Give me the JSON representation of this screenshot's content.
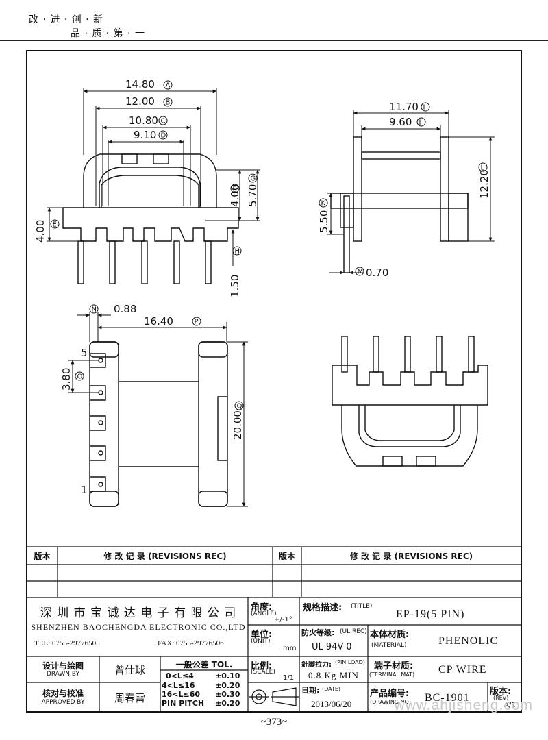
{
  "slogan": {
    "line1": "改 · 进 · 创 · 新",
    "line2": "品 · 质 · 第 · 一"
  },
  "dims": {
    "A": "14.80",
    "B": "12.00",
    "C": "10.80",
    "D": "9.10",
    "E": "4.00",
    "F": "4.00",
    "G": "5.70",
    "H": "1.50",
    "I": "11.70",
    "J": "9.60",
    "K": "5.50",
    "L": "12.20",
    "M": "0.70",
    "N": "0.88",
    "O": "3.80",
    "P": "16.40",
    "Q": "20.00"
  },
  "dim_codes": {
    "A": "A",
    "B": "B",
    "C": "C",
    "D": "D",
    "E": "E",
    "F": "F",
    "G": "G",
    "H": "H",
    "I": "I",
    "J": "J",
    "K": "K",
    "L": "L",
    "M": "M",
    "N": "N",
    "O": "O",
    "P": "P",
    "Q": "Q"
  },
  "pins": {
    "top": "5",
    "bottom": "1"
  },
  "revisions": {
    "ver_label": "版本",
    "rec_label": "修  改  记  录   (REVISIONS REC)"
  },
  "company": {
    "cn": "深 圳 市 宝 诚 达 电 子 有 限 公 司",
    "en": "SHENZHEN BAOCHENGDA ELECTRONIC CO.,LTD",
    "tel": "TEL: 0755-29776505",
    "fax": "FAX: 0755-29776506"
  },
  "angle": {
    "label": "角度:",
    "en": "(ANGLE)",
    "value": "+/-1°"
  },
  "unit": {
    "label": "单位:",
    "en": "(UNIT)",
    "value": "mm"
  },
  "scale": {
    "label": "比例:",
    "en": "(SCALE)",
    "value": "1/1"
  },
  "title_field": {
    "label": "规格描述:",
    "en": "(TITLE)",
    "value": "EP-19(5 PIN)"
  },
  "ul": {
    "label": "防火等级:",
    "en": "(UL REC)",
    "value": "UL 94V-0"
  },
  "material": {
    "label": "本体材质:",
    "en": "(MATERIAL)",
    "value": "PHENOLIC"
  },
  "pin_load": {
    "label": "針脚拉力:",
    "en": "(PIN LOAD)",
    "value": "0.8 Kg MIN"
  },
  "terminal": {
    "label": "端子材质:",
    "en": "(TERMINAL MAT)",
    "value": "CP WIRE"
  },
  "date": {
    "label": "日期:",
    "en": "(DATE)",
    "value": "2013/06/20"
  },
  "drawing_no": {
    "label": "产品编号:",
    "en": "(DRAWING NO)",
    "value": "BC-1901"
  },
  "rev": {
    "label": "版本:",
    "en": "(REV)",
    "value": "A/1"
  },
  "drawn": {
    "label": "设计与绘图",
    "en": "DRAWN BY",
    "name": "曾仕球"
  },
  "approved": {
    "label": "核对与校准",
    "en": "APPROVED BY",
    "name": "周春雷"
  },
  "tol": {
    "title": "一般公差 TOL.",
    "rows": [
      {
        "range": "0<L≤4",
        "value": "±0.10"
      },
      {
        "range": "4<L≤16",
        "value": "±0.20"
      },
      {
        "range": "16<L≤60",
        "value": "±0.30"
      },
      {
        "range": "PIN PITCH",
        "value": "±0.20"
      }
    ]
  },
  "page_number": "~373~",
  "watermark": "www.ahjisheng.com"
}
